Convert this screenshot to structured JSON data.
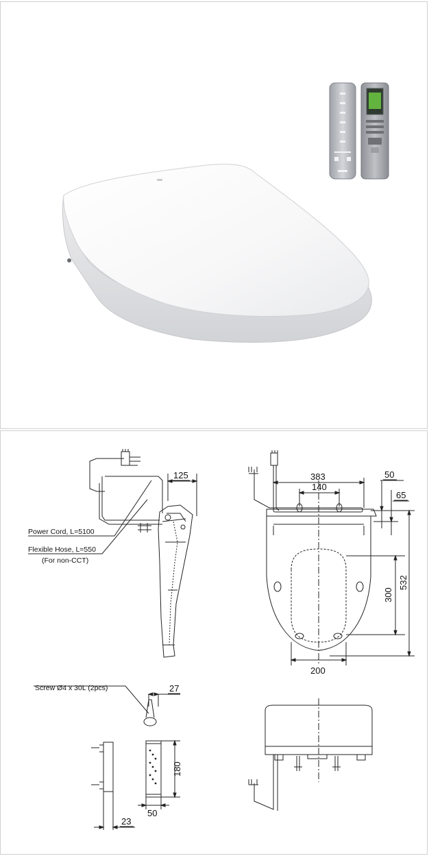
{
  "photo": {
    "remote_front": "remote-control-front",
    "remote_back": "remote-control-back"
  },
  "drawing": {
    "callouts": {
      "power_cord": "Power Cord, L=5100",
      "flexible_hose": "Flexible Hose, L=550",
      "for_non_cct": "(For non-CCT)",
      "screw": "Screw Ø4 x 30L (2pcs)"
    },
    "dims": {
      "side_depth": "125",
      "top_width": "383",
      "top_inner": "140",
      "offset_50": "50",
      "offset_65": "65",
      "height_300": "300",
      "length_532": "532",
      "bottom_width": "200",
      "screw_27": "27",
      "bracket_180": "180",
      "bracket_50": "50",
      "bracket_23": "23"
    }
  }
}
